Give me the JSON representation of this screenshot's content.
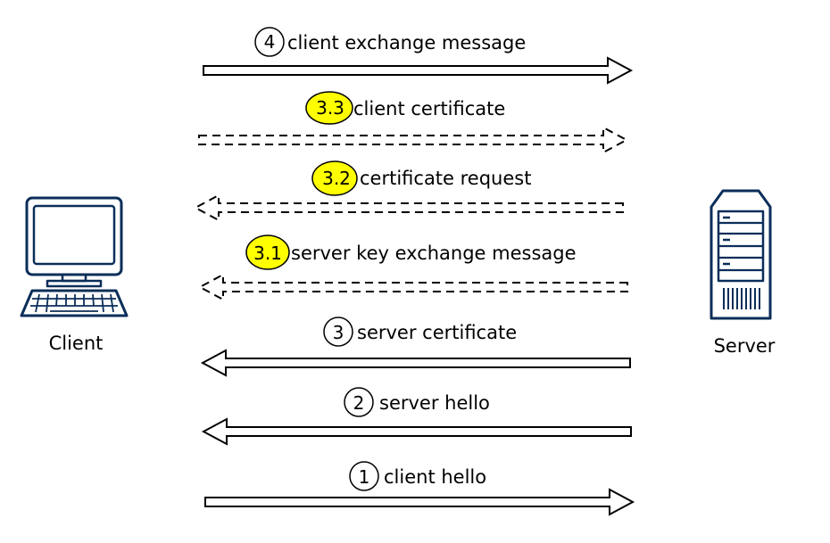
{
  "client": {
    "label": "Client",
    "color": "#0b2e59"
  },
  "server": {
    "label": "Server",
    "color": "#0b2e59"
  },
  "highlight_color": "#ffff00",
  "steps": [
    {
      "id": "4",
      "text": "client exchange message",
      "direction": "to-server",
      "style": "solid",
      "highlight": false
    },
    {
      "id": "3.3",
      "text": "client certificate",
      "direction": "to-server",
      "style": "dashed",
      "highlight": true
    },
    {
      "id": "3.2",
      "text": "certificate request",
      "direction": "to-client",
      "style": "dashed",
      "highlight": true
    },
    {
      "id": "3.1",
      "text": "server key exchange message",
      "direction": "to-client",
      "style": "dashed",
      "highlight": true
    },
    {
      "id": "3",
      "text": "server certificate",
      "direction": "to-client",
      "style": "solid",
      "highlight": false
    },
    {
      "id": "2",
      "text": "server hello",
      "direction": "to-client",
      "style": "solid",
      "highlight": false
    },
    {
      "id": "1",
      "text": "client hello",
      "direction": "to-server",
      "style": "solid",
      "highlight": false
    }
  ]
}
